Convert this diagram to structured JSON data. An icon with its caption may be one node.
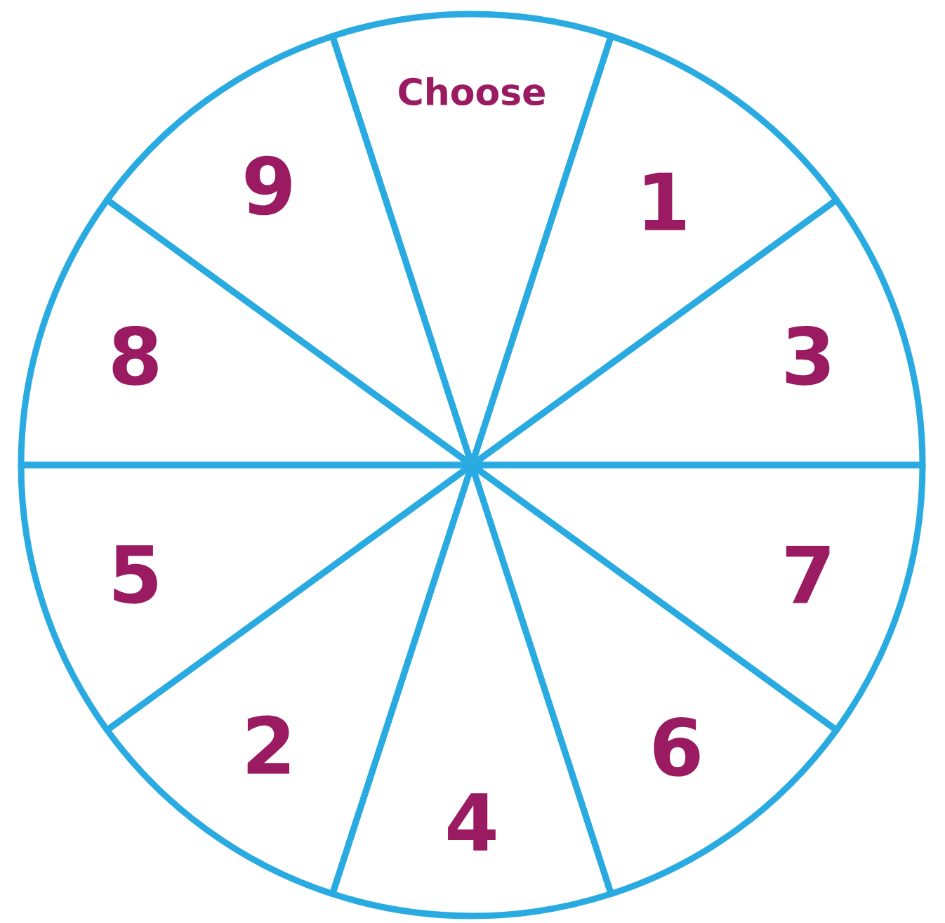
{
  "diagram": {
    "nodes": [
      {
        "text": [
          "Choose"
        ]
      },
      {
        "text": [
          "1"
        ]
      },
      {
        "text": [
          "3"
        ]
      },
      {
        "text": [
          "7"
        ]
      },
      {
        "text": [
          "6"
        ]
      },
      {
        "text": [
          "4"
        ]
      },
      {
        "text": [
          "2"
        ]
      },
      {
        "text": [
          "5"
        ]
      },
      {
        "text": [
          "8"
        ]
      },
      {
        "text": [
          "9"
        ]
      }
    ]
  }
}
